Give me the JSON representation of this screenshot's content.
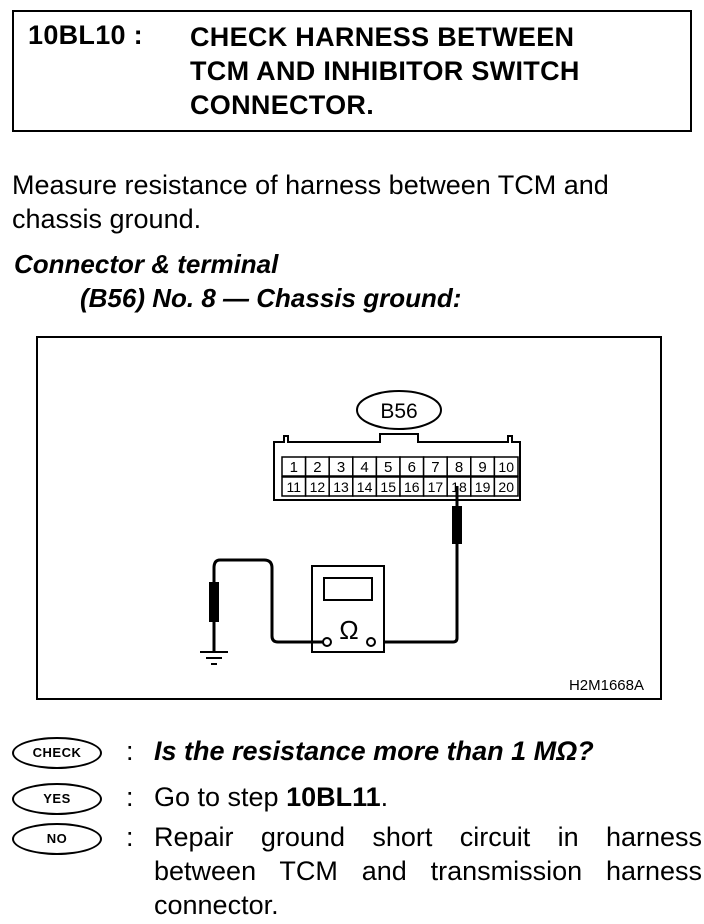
{
  "header": {
    "step_id": "10BL10 :",
    "title_lines": [
      "CHECK HARNESS BETWEEN",
      "TCM AND INHIBITOR SWITCH",
      "CONNECTOR."
    ]
  },
  "instruction": "Measure resistance of harness between TCM and chassis ground.",
  "connector": {
    "heading": "Connector & terminal",
    "spec": "(B56) No. 8 — Chassis ground:"
  },
  "figure": {
    "connector_label": "B56",
    "row1": [
      "1",
      "2",
      "3",
      "4",
      "5",
      "6",
      "7",
      "8",
      "9",
      "10"
    ],
    "row2": [
      "11",
      "12",
      "13",
      "14",
      "15",
      "16",
      "17",
      "18",
      "19",
      "20"
    ],
    "meter_symbol": "Ω",
    "figure_code": "H2M1668A"
  },
  "results": {
    "check": {
      "badge": "CHECK",
      "colon": ":",
      "text": "Is the resistance more than 1 MΩ?"
    },
    "yes": {
      "badge": "YES",
      "colon": ":",
      "prefix": "Go to step ",
      "step": "10BL11",
      "suffix": "."
    },
    "no": {
      "badge": "NO",
      "colon": ":",
      "text": "Repair ground short circuit in harness between TCM and transmission harness connector."
    }
  }
}
